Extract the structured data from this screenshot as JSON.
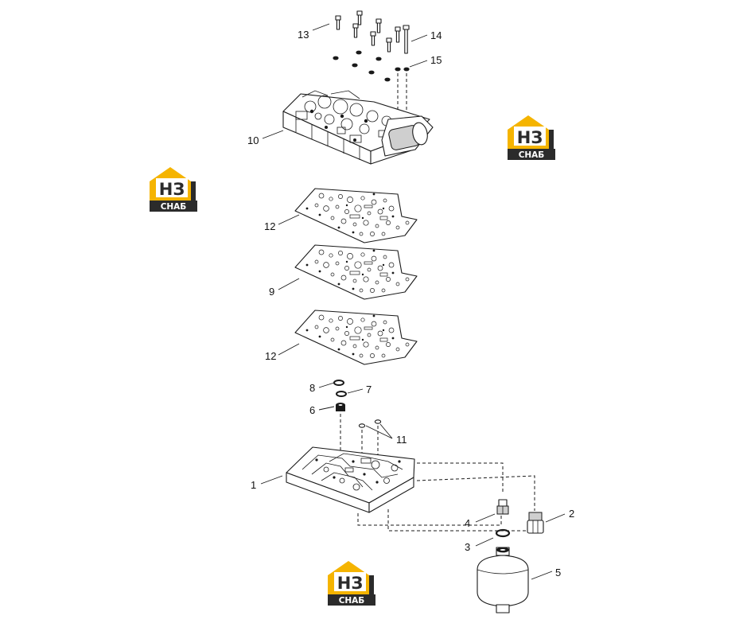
{
  "callouts": [
    {
      "id": "13",
      "text": "13"
    },
    {
      "id": "14",
      "text": "14"
    },
    {
      "id": "15",
      "text": "15"
    },
    {
      "id": "10",
      "text": "10"
    },
    {
      "id": "12a",
      "text": "12"
    },
    {
      "id": "9",
      "text": "9"
    },
    {
      "id": "12b",
      "text": "12"
    },
    {
      "id": "8",
      "text": "8"
    },
    {
      "id": "7",
      "text": "7"
    },
    {
      "id": "6",
      "text": "6"
    },
    {
      "id": "11",
      "text": "11"
    },
    {
      "id": "1",
      "text": "1"
    },
    {
      "id": "2",
      "text": "2"
    },
    {
      "id": "4",
      "text": "4"
    },
    {
      "id": "3",
      "text": "3"
    },
    {
      "id": "5",
      "text": "5"
    }
  ],
  "watermark": {
    "top": "НЗ",
    "bottom": "СНАБ"
  },
  "colors": {
    "logo_yellow": "#f5b400",
    "logo_dark": "#2b2b2b",
    "line": "#1a1a1a"
  }
}
